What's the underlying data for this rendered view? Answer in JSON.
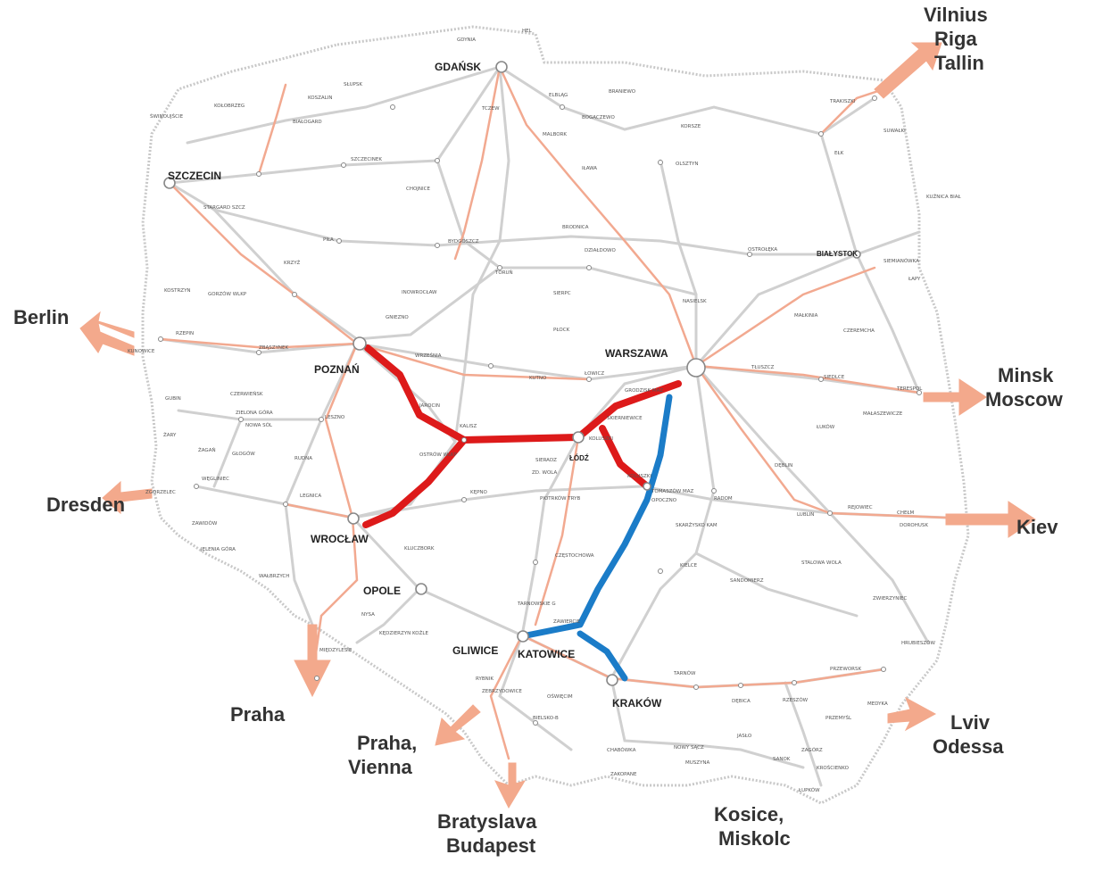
{
  "map": {
    "colors": {
      "high_speed_existing": "#dd1a1a",
      "high_speed_planned": "#1b7cc8",
      "main_corridor": "#f2a990",
      "rail": "#d0d0d0",
      "international_arrow": "#f3a98c"
    },
    "major_cities": [
      {
        "id": "gdansk",
        "label": "GDAŃSK"
      },
      {
        "id": "szczecin",
        "label": "SZCZECIN"
      },
      {
        "id": "bialystok",
        "label": "BIAŁYSTOK"
      },
      {
        "id": "poznan",
        "label": "POZNAŃ"
      },
      {
        "id": "warszawa",
        "label": "WARSZAWA"
      },
      {
        "id": "lodz",
        "label": "ŁÓDŹ"
      },
      {
        "id": "wroclaw",
        "label": "WROCŁAW"
      },
      {
        "id": "opole",
        "label": "OPOLE"
      },
      {
        "id": "gliwice",
        "label": "GLIWICE"
      },
      {
        "id": "katowice",
        "label": "KATOWICE"
      },
      {
        "id": "krakow",
        "label": "KRAKÓW"
      }
    ],
    "minor_stations": [
      "GDYNIA",
      "HEL",
      "SŁUPSK",
      "ELBLĄG",
      "BRANIEWO",
      "TCZEW",
      "MALBORK",
      "BOGACZEWO",
      "KORSZE",
      "OLSZTYN",
      "TRAKISZKI",
      "SUWAŁKI",
      "EŁK",
      "KUŹNICA BIAŁ",
      "KOŁOBRZEG",
      "KOSZALIN",
      "BIAŁOGARD",
      "ŚWINOUJŚCIE",
      "SZCZECINEK",
      "CHOJNICE",
      "STARGARD SZCZ",
      "IŁAWA",
      "BRODNICA",
      "DZIAŁDOWO",
      "OSTROŁĘKA",
      "PIŁA",
      "BYDGOSZCZ",
      "TORUŃ",
      "KRZYŻ",
      "INOWROCŁAW",
      "SIERPC",
      "NASIELSK",
      "SIEMIANÓWKA",
      "ŁAPY",
      "KOSTRZYN",
      "GORZÓW WLKP",
      "GNIEZNO",
      "PŁOCK",
      "MAŁKINIA",
      "CZEREMCHA",
      "RZEPIN",
      "KUNOWICE",
      "ZBĄSZYNEK",
      "WRZEŚNIA",
      "KUTNO",
      "ŁOWICZ",
      "TŁUSZCZ",
      "SIEDLCE",
      "TERESPOL",
      "CZERWIEŃSK",
      "ZIELONA GÓRA",
      "JAROCIN",
      "GRODZISK MAZ",
      "MAŁASZEWICZE",
      "ŁUKÓW",
      "GUBIN",
      "NOWA SÓL",
      "LESZNO",
      "KALISZ",
      "SKIERNIEWICE",
      "ŻARY",
      "ŻAGAŃ",
      "GŁOGÓW",
      "RUDNA",
      "OSTRÓW WLKP",
      "SIERADZ",
      "ZD. WOLA",
      "KOLUSZKI",
      "DĘBLIN",
      "WĘGLINIEC",
      "ZGORZELEC",
      "LEGNICA",
      "KĘPNO",
      "KOLUSZKI",
      "TOMASZÓW MAZ",
      "RADOM",
      "LUBLIN",
      "REJOWIEC",
      "CHEŁM",
      "DOROHUSK",
      "PIOTRKÓW TRYB",
      "ZAWIDÓW",
      "JELENIA GÓRA",
      "WAŁBRZYCH",
      "KLUCZBORK",
      "OPOCZNO",
      "SKARŻYSKO KAM",
      "CZĘSTOCHOWA",
      "KIELCE",
      "STALOWA WOLA",
      "ZWIERZYNIEC",
      "SANDOMIERZ",
      "NYSA",
      "KĘDZIERZYN KOŹLE",
      "MIĘDZYLESIE",
      "TARNOWSKIE G",
      "ZAWIERCIE",
      "HRUBIESZÓW",
      "RYBNIK",
      "ZEBRZYDOWICE",
      "OŚWIĘCIM",
      "TARNÓW",
      "DĘBICA",
      "RZESZÓW",
      "PRZEWORSK",
      "BIELSKO-B",
      "CHABÓWKA",
      "NOWY SĄCZ",
      "JASŁO",
      "PRZEMYŚL",
      "MEDYKA",
      "ZAKOPANE",
      "MUSZYNA",
      "SANOK",
      "ZAGÓRZ",
      "KROŚCIENKO",
      "ŁUPKÓW"
    ],
    "destinations": {
      "vilnius": [
        "Vilnius",
        "Riga",
        "Tallin"
      ],
      "berlin": [
        "Berlin"
      ],
      "minsk": [
        "Minsk",
        "Moscow"
      ],
      "dresden": [
        "Dresden"
      ],
      "kiev": [
        "Kiev"
      ],
      "praha": [
        "Praha"
      ],
      "praha_vienna": [
        "Praha,",
        "Vienna"
      ],
      "bratyslava": [
        "Bratyslava",
        "Budapest"
      ],
      "kosice": [
        "Kosice,",
        "Miskolc"
      ],
      "lviv": [
        "Lviv",
        "Odessa"
      ]
    }
  }
}
